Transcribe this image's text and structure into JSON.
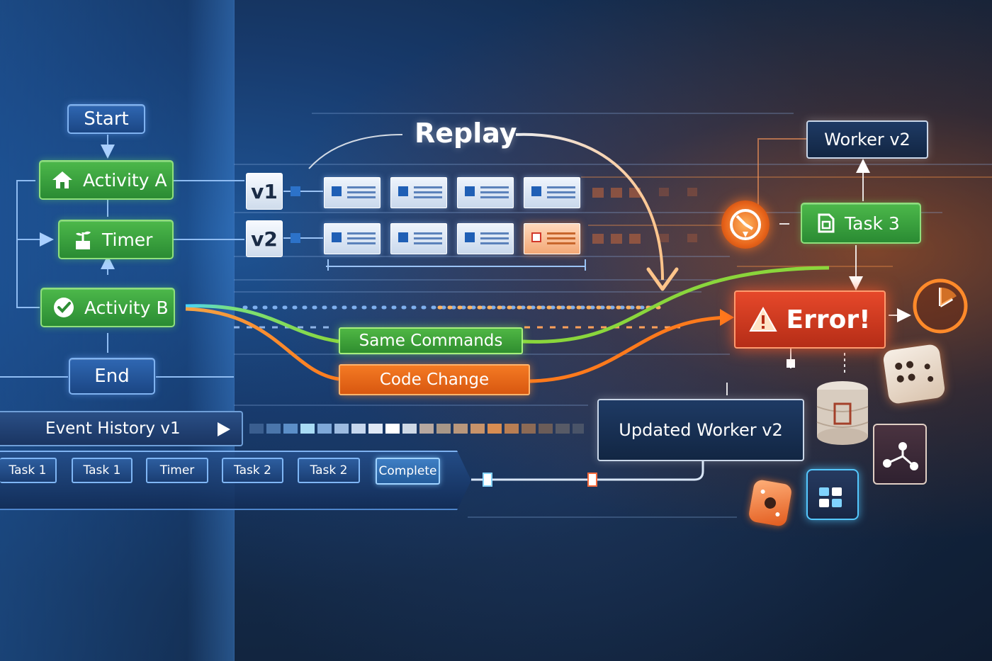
{
  "title": "Replay",
  "workflow": {
    "start": "Start",
    "activity_a": "Activity A",
    "timer": "Timer",
    "activity_b": "Activity B",
    "end": "End"
  },
  "versions": {
    "v1": "v1",
    "v2": "v2"
  },
  "paths": {
    "same_commands": "Same Commands",
    "code_change": "Code Change"
  },
  "history": {
    "header": "Event History v1",
    "events": [
      "Task 1",
      "Task 1",
      "Timer",
      "Task 2",
      "Task 2",
      "Complete"
    ]
  },
  "right": {
    "worker_v2": "Worker v2",
    "task_3": "Task 3",
    "error": "Error!",
    "updated_worker": "Updated Worker v2"
  },
  "colors": {
    "green": "#3fa63f",
    "orange": "#e8641a",
    "error_red": "#d43d22",
    "blue": "#1f4c8f",
    "cyan": "#4fd6ff"
  }
}
